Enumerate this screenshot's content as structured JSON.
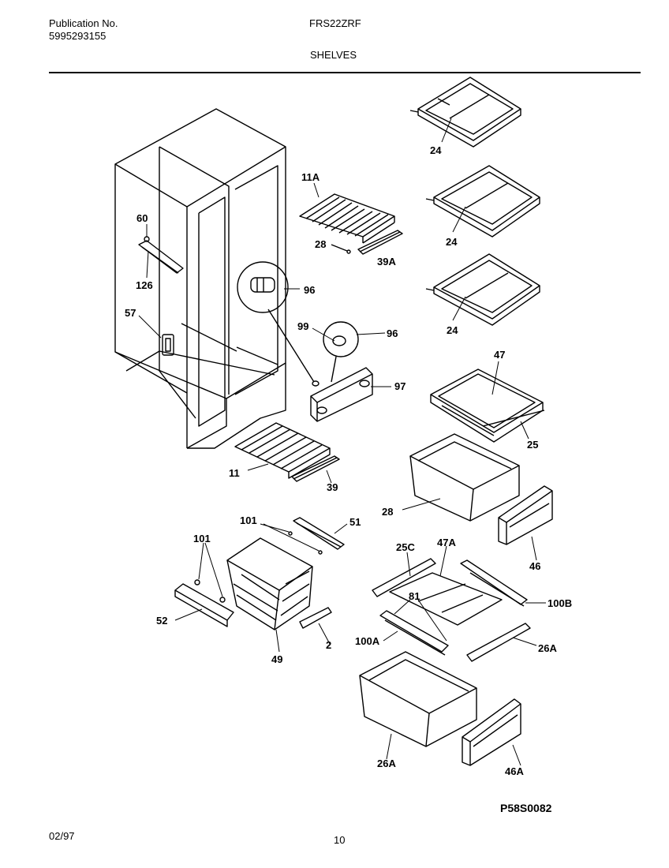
{
  "header": {
    "publication_label": "Publication No.",
    "publication_number": "5995293155",
    "model": "FRS22ZRF",
    "section": "SHELVES"
  },
  "footer": {
    "date": "02/97",
    "page": "10",
    "diagram_code": "P58S0082"
  },
  "parts": {
    "p24a": "24",
    "p24b": "24",
    "p24c": "24",
    "p11a": "11A",
    "p28a": "28",
    "p39a": "39A",
    "p60": "60",
    "p126": "126",
    "p57": "57",
    "p96a": "96",
    "p99": "99",
    "p96b": "96",
    "p97": "97",
    "p47": "47",
    "p25": "25",
    "p11": "11",
    "p39": "39",
    "p28b": "28",
    "p46": "46",
    "p101a": "101",
    "p51": "51",
    "p101b": "101",
    "p52": "52",
    "p49": "49",
    "p2": "2",
    "p25c": "25C",
    "p47a": "47A",
    "p81": "81",
    "p100b": "100B",
    "p100a": "100A",
    "p26a": "26A",
    "p26a2": "26A",
    "p46a": "46A"
  }
}
